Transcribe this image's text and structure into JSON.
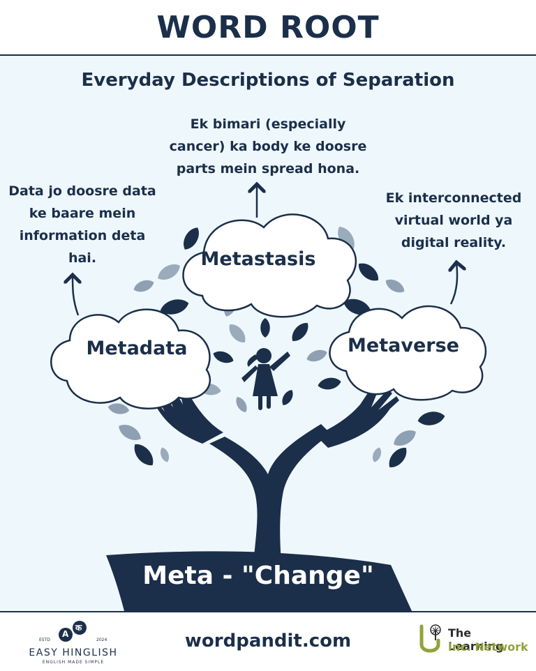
{
  "header": {
    "title": "WORD ROOT"
  },
  "subtitle": "Everyday Descriptions of Separation",
  "root": {
    "label": "Meta - \"Change\""
  },
  "words": [
    {
      "name": "Metadata",
      "definition": [
        "Data jo doosre data",
        "ke baare mein",
        "information deta",
        "hai."
      ]
    },
    {
      "name": "Metastasis",
      "definition": [
        "Ek bimari (especially",
        "cancer) ka body ke doosre",
        "parts mein spread hona."
      ]
    },
    {
      "name": "Metaverse",
      "definition": [
        "Ek interconnected",
        "virtual world ya",
        "digital reality."
      ]
    }
  ],
  "footer": {
    "url": "wordpandit.com",
    "left_logo": {
      "name": "EASY HINGLISH",
      "tagline": "ENGLISH MADE SIMPLE",
      "estd": "ESTD",
      "year": "2024",
      "glyphs": [
        "A",
        "क"
      ]
    },
    "right_logo": {
      "line1": "The Learning",
      "line2": "Inc. Network"
    }
  },
  "colors": {
    "navy": "#1b2f4a",
    "panel_bg": "#eef7fc",
    "leaf_light": "#8fa0b2",
    "brand_green": "#8fa33a"
  }
}
